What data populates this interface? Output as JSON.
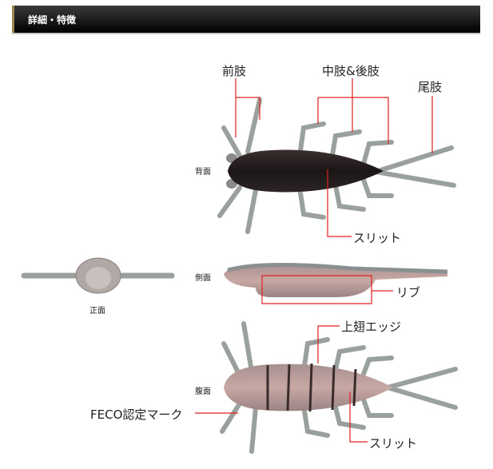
{
  "header": {
    "title": "詳細・特徴"
  },
  "views": {
    "top": "背面",
    "side": "側面",
    "front": "正面",
    "bottom": "腹面"
  },
  "labels": {
    "front_legs": "前肢",
    "mid_hind_legs": "中肢&後肢",
    "tail_legs": "尾肢",
    "slit_top": "スリット",
    "ribs": "リブ",
    "wing_edge": "上翅エッジ",
    "feco_mark": "FECO認定マーク",
    "slit_bottom": "スリット"
  },
  "colors": {
    "accent": "#e02020",
    "header_bg": "#000000",
    "header_edge": "#9c8650"
  }
}
